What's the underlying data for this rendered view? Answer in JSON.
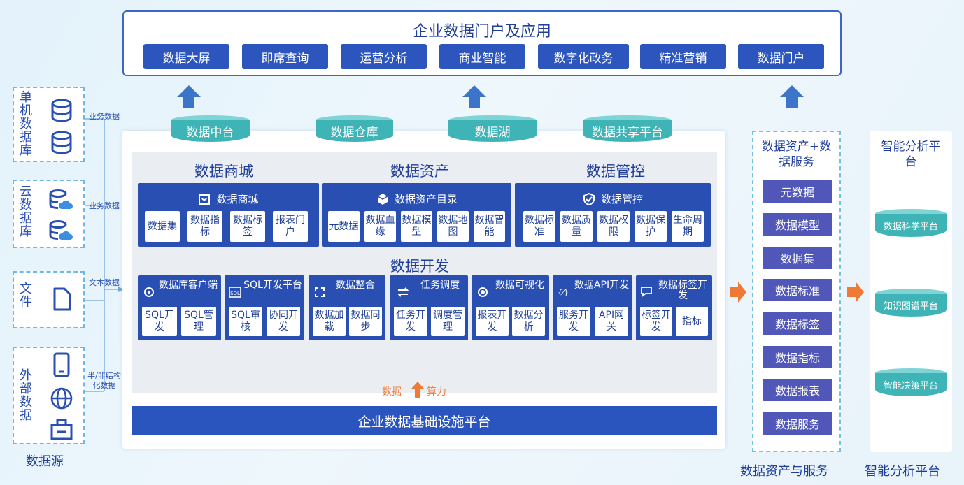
{
  "portal": {
    "title": "企业数据门户及应用",
    "items": [
      "数据大屏",
      "即席查询",
      "运营分析",
      "商业智能",
      "数字化政务",
      "精准营销",
      "数据门户"
    ]
  },
  "sources": {
    "label": "数据源",
    "groups": [
      {
        "label": "单机数据库",
        "flow": "业务数据",
        "icon": "database-icon"
      },
      {
        "label": "云数据库",
        "flow": "业务数据",
        "icon": "cloud-database-icon"
      },
      {
        "label": "文件",
        "flow": "文本数据",
        "icon": "file-icon"
      },
      {
        "label": "外部数据",
        "flow": "半/非结构化数据",
        "icon": "device-globe-icon"
      }
    ]
  },
  "platform": {
    "cylinders": [
      "数据中台",
      "数据仓库",
      "数据湖",
      "数据共享平台"
    ],
    "mall": {
      "heading": "数据商城",
      "panel_title": "数据商城",
      "cells": [
        "数据集",
        "数据指标",
        "数据标签",
        "报表门户"
      ]
    },
    "assets": {
      "heading": "数据资产",
      "panel_title": "数据资产目录",
      "cells": [
        "元数据",
        "数据血缘",
        "数据模型",
        "数据地图",
        "数据智能"
      ]
    },
    "governance": {
      "heading": "数据管控",
      "panel_title": "数据管控",
      "cells": [
        "数据标准",
        "数据质量",
        "数据权限",
        "数据保护",
        "生命周期"
      ]
    },
    "dev": {
      "heading": "数据开发",
      "modules": [
        {
          "title": "数据库客户端",
          "cells": [
            "SQL开发",
            "SQL管理"
          ]
        },
        {
          "title": "SQL开发平台",
          "cells": [
            "SQL审核",
            "协同开发"
          ]
        },
        {
          "title": "数据整合",
          "cells": [
            "数据加载",
            "数据同步"
          ]
        },
        {
          "title": "任务调度",
          "cells": [
            "任务开发",
            "调度管理"
          ]
        },
        {
          "title": "数据可视化",
          "cells": [
            "报表开发",
            "数据分析"
          ]
        },
        {
          "title": "数据API开发",
          "cells": [
            "服务开发",
            "API网关"
          ]
        },
        {
          "title": "数据标签开发",
          "cells": [
            "标签开发",
            "指标"
          ]
        }
      ]
    },
    "compute_left": "数据",
    "compute_right": "算力",
    "infra": "企业数据基础设施平台"
  },
  "asset_service": {
    "title": "数据资产+数据服务",
    "items": [
      "元数据",
      "数据模型",
      "数据集",
      "数据标准",
      "数据标签",
      "数据指标",
      "数据报表",
      "数据服务"
    ],
    "footer": "数据资产与服务"
  },
  "ai_platform": {
    "title": "智能分析平台",
    "items": [
      "数据科学平台",
      "知识图谱平台",
      "智能决策平台"
    ],
    "footer": "智能分析平台"
  },
  "colors": {
    "primary": "#2a4fb3",
    "teal": "#3fb4b7",
    "orange": "#f07a35",
    "purple": "#5157b8"
  }
}
